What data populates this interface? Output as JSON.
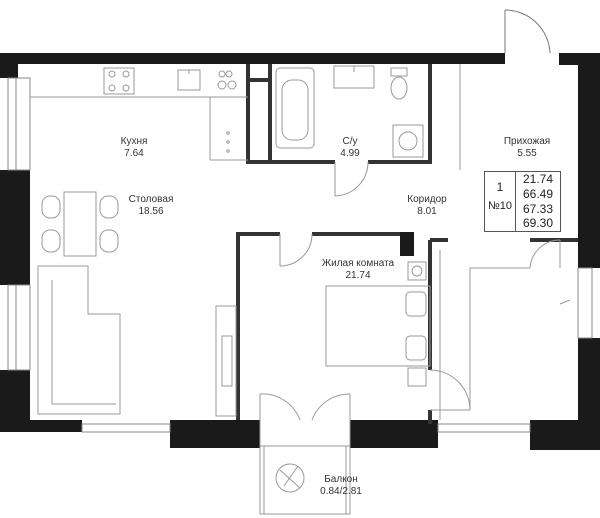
{
  "rooms": {
    "kitchen": {
      "name": "Кухня",
      "area": "7.64"
    },
    "bathroom": {
      "name": "С/у",
      "area": "4.99"
    },
    "hallway": {
      "name": "Прихожая",
      "area": "5.55"
    },
    "dining": {
      "name": "Столовая",
      "area": "18.56"
    },
    "corridor": {
      "name": "Коридор",
      "area": "8.01"
    },
    "living": {
      "name": "Жилая комната",
      "area": "21.74"
    },
    "balcony": {
      "name": "Балкон",
      "area": "0.84/2.81"
    }
  },
  "info": {
    "rooms_count": "1",
    "apartment_no": "№10",
    "living_area": "21.74",
    "area_2": "66.49",
    "area_3": "67.33",
    "area_4": "69.30"
  },
  "colors": {
    "wall": "#1a1a1a",
    "line": "#666666",
    "thin": "#9a9a9a"
  }
}
